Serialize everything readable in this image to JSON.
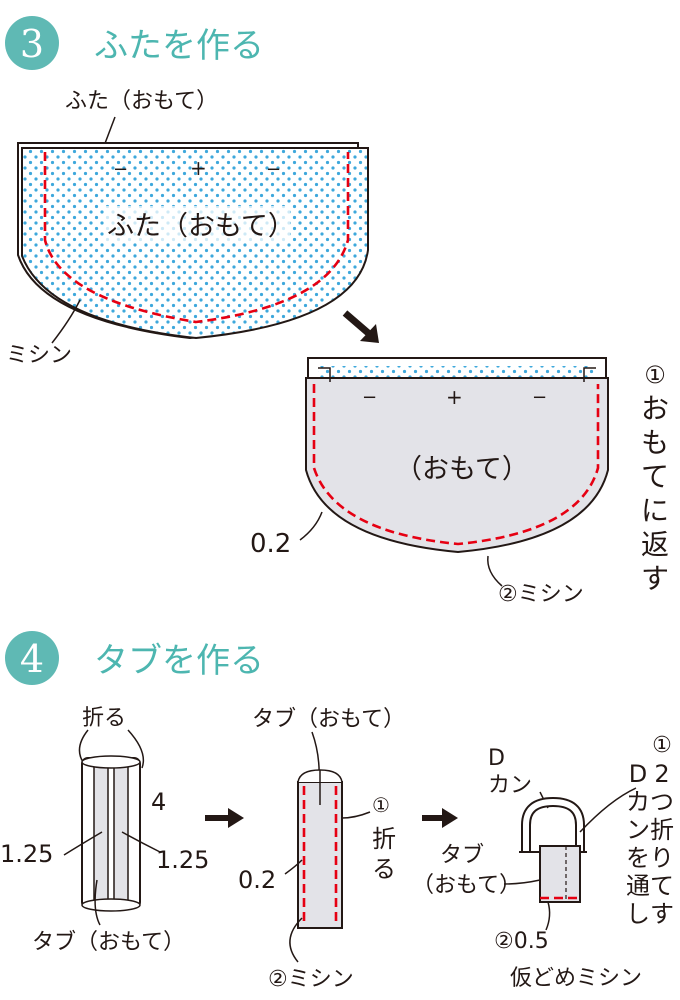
{
  "step3": {
    "number": "3",
    "title": "ふたを作る",
    "label_top": "ふた（おもて）",
    "label_center": "ふた（おもて）",
    "label_mishin": "ミシン",
    "mark_minus": "−",
    "mark_plus": "+",
    "label_omote": "（おもて）",
    "label_02": "0.2",
    "label_mishin2": "②ミシン",
    "note_vertical": [
      "①",
      "お",
      "も",
      "て",
      "に",
      "返",
      "す"
    ]
  },
  "step4": {
    "number": "4",
    "title": "タブを作る",
    "label_oru": "折る",
    "label_4": "4",
    "label_125_left": "1.25",
    "label_125_right": "1.25",
    "label_tab_bottom": "タブ（おもて）",
    "label_tab_top": "タブ（おもて）",
    "label_step1_num": "①",
    "label_step1_oru": [
      "折",
      "る"
    ],
    "label_02": "0.2",
    "label_mishin2": "②ミシン",
    "label_dkan_1": "D",
    "label_dkan_2": "カン",
    "label_tab": "タブ",
    "label_omote": "（おもて）",
    "label_05": "②0.5",
    "label_karidome": "仮どめミシン",
    "note_col1": [
      "①",
      "2",
      "つ",
      "折",
      "り"
    ],
    "note_col2": [
      "D",
      "カ",
      "ン",
      "を",
      "通",
      "し",
      "て"
    ],
    "note_col2b": [
      "す"
    ]
  },
  "colors": {
    "accent": "#5fb9b4",
    "stitch": "#e60012",
    "dots": "#3ea8dc",
    "panel": "#e3e3e8"
  }
}
